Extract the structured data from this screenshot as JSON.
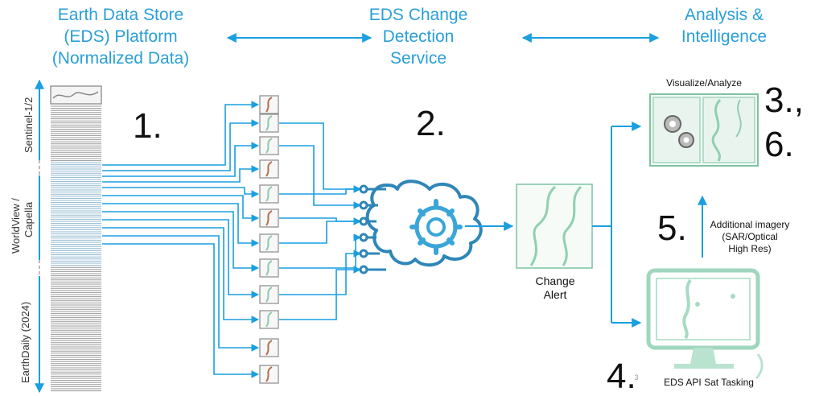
{
  "headers": {
    "platform": [
      "Earth Data Store",
      "(EDS) Platform",
      "(Normalized Data)"
    ],
    "service": [
      "EDS Change",
      "Detection",
      "Service"
    ],
    "analysis": [
      "Analysis &",
      "Intelligence"
    ]
  },
  "sources": {
    "sentinel": "Sentinel-1/2",
    "worldview": [
      "WorldView /",
      "Capella"
    ],
    "earthdaily": "EarthDaily (2024)"
  },
  "steps": {
    "s1": "1.",
    "s2": "2.",
    "s3": "3.,",
    "s6": "6.",
    "s5": "5.",
    "s4": "4."
  },
  "labels": {
    "visualize": "Visualize/Analyze",
    "change_alert": [
      "Change",
      "Alert"
    ],
    "additional": [
      "Additional imagery",
      "(SAR/Optical",
      "High Res)"
    ],
    "tasking": "EDS API Sat Tasking",
    "slide_number": "3"
  },
  "colors": {
    "arrow": "#1a9fe0",
    "header": "#2a9fd8",
    "icon_blue": "#2f86b8",
    "tile_green": "#8fc9aa",
    "tile_brown": "#b56f4f",
    "monitor": "#9fd6bd"
  }
}
